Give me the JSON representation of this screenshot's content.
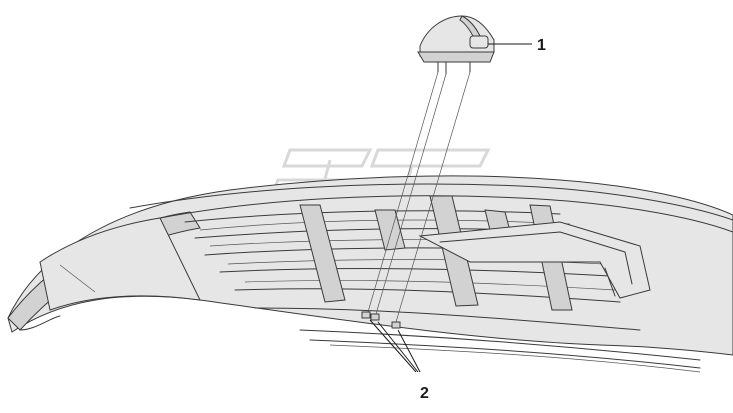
{
  "callouts": [
    {
      "id": "1",
      "label": "1"
    },
    {
      "id": "2",
      "label": "2"
    }
  ],
  "colors": {
    "line": "#3a3a3a",
    "fill_light": "#e6e6e6",
    "fill_dark": "#d2d2d2",
    "watermark": "#cfcfcf",
    "background": "#ffffff"
  }
}
